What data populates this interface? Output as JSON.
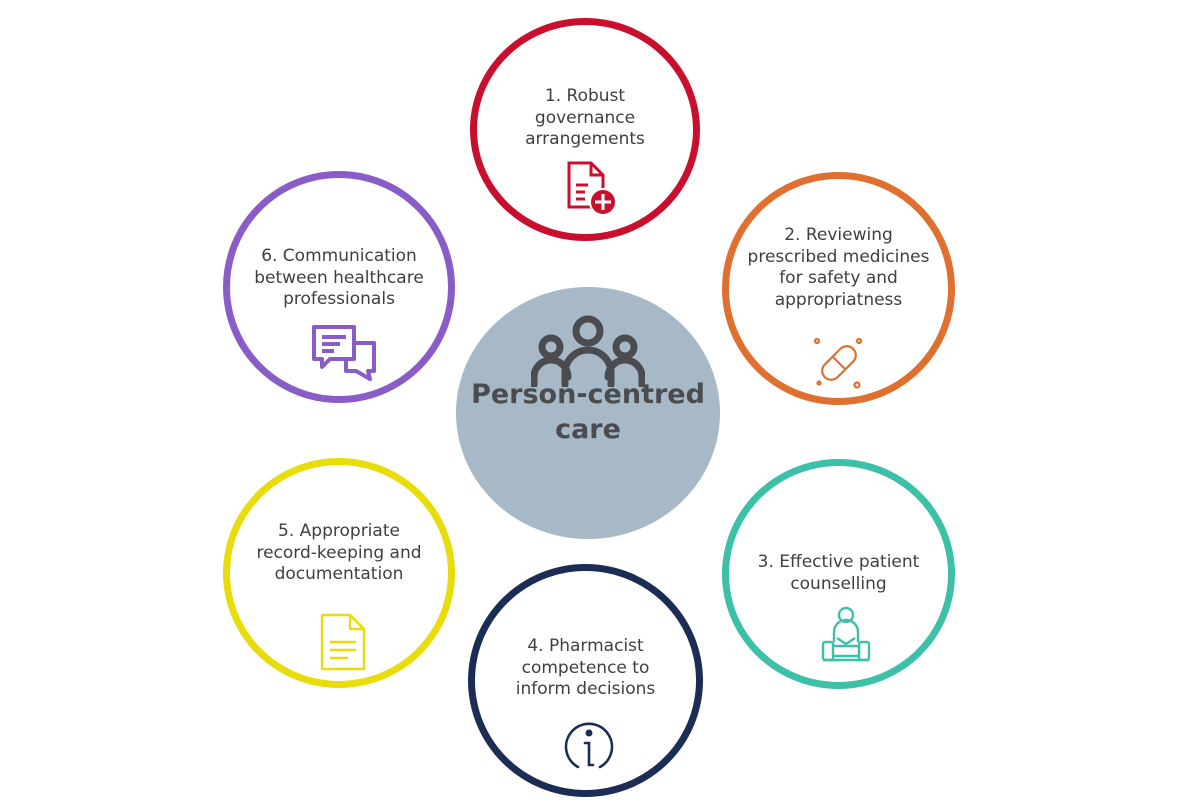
{
  "diagram": {
    "center": {
      "title": "Person-centred care",
      "icon": "people-group-icon",
      "fill": "#a7b9c6"
    },
    "nodes": [
      {
        "label": "1. Robust governance arrangements",
        "icon": "document-plus-icon",
        "color": "#c8102e"
      },
      {
        "label": "2. Reviewing prescribed medicines for safety and appropriatness",
        "icon": "pill-capsule-icon",
        "color": "#e07030"
      },
      {
        "label": "3. Effective patient counselling",
        "icon": "seated-patient-icon",
        "color": "#3cc0a8"
      },
      {
        "label": "4. Pharmacist competence to inform decisions",
        "icon": "information-icon",
        "color": "#1c2d55"
      },
      {
        "label": "5. Appropriate record-keeping and documentation",
        "icon": "document-lines-icon",
        "color": "#e8dc0a"
      },
      {
        "label": "6. Communication between healthcare professionals",
        "icon": "chat-bubbles-icon",
        "color": "#8a5cc8"
      }
    ]
  }
}
